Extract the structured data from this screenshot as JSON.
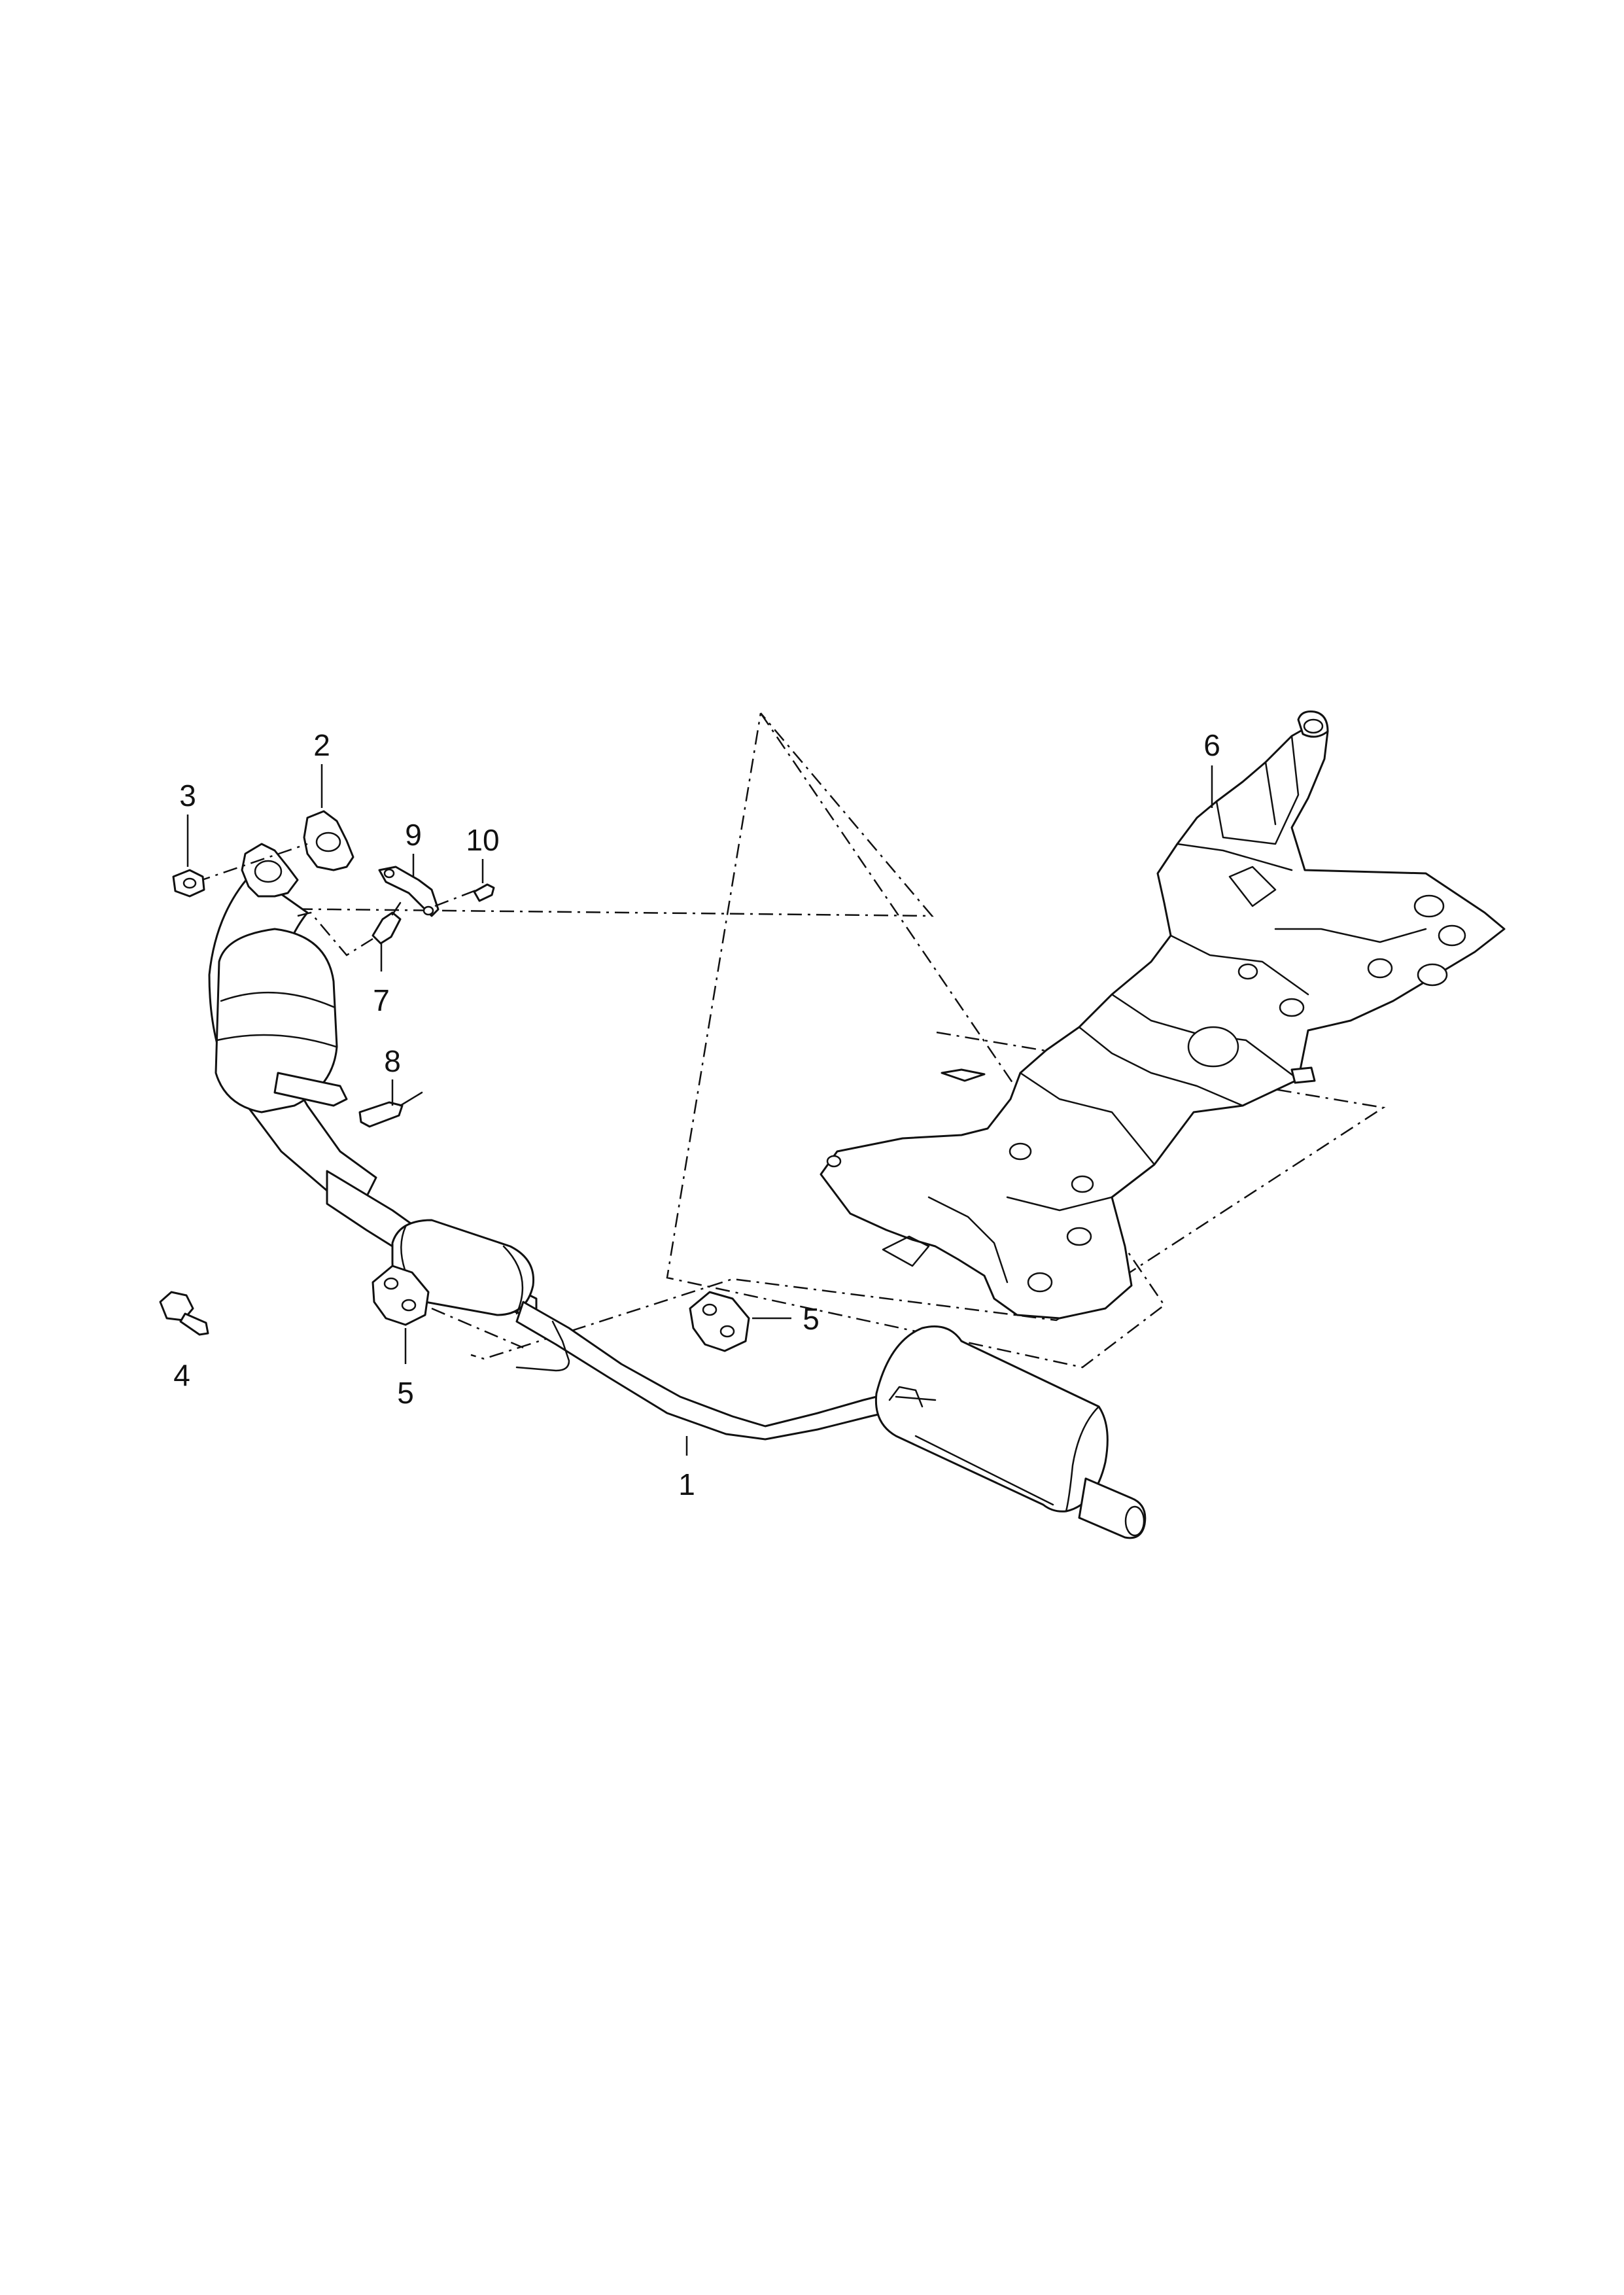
{
  "callouts": [
    {
      "id": "c1",
      "label": "1"
    },
    {
      "id": "c2",
      "label": "2"
    },
    {
      "id": "c3",
      "label": "3"
    },
    {
      "id": "c4",
      "label": "4"
    },
    {
      "id": "c5a",
      "label": "5"
    },
    {
      "id": "c5b",
      "label": "5"
    },
    {
      "id": "c6",
      "label": "6"
    },
    {
      "id": "c7",
      "label": "7"
    },
    {
      "id": "c8",
      "label": "8"
    },
    {
      "id": "c9",
      "label": "9"
    },
    {
      "id": "c10",
      "label": "10"
    }
  ]
}
